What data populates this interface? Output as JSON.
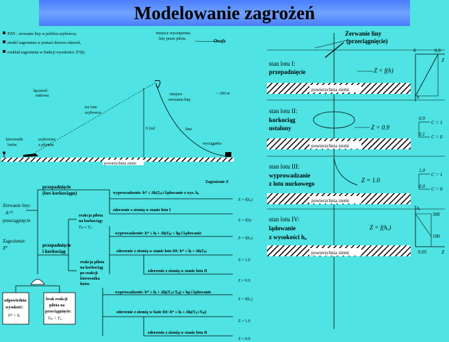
{
  "title": "Modelowanie zagrożeń",
  "legend": {
    "items": [
      "PZN - zerwanie liny w poblizu szybowca;",
      "model zagrożenia w postaci drzewa zdarzeń,",
      "rozkład zagrożenia w funkcji wysokości: Zᴾ(h)."
    ]
  },
  "scene": {
    "labels": {
      "place": "miejsce wyczepienia",
      "place2": "liny przez pilota",
      "logo": "Onafe",
      "launch_path": "łączność",
      "launch_path2": "radiowa",
      "flight_path": "tor lotu",
      "flight_path2": "szybowca",
      "break_place": "miejsce",
      "break_place2": "zerwania liny",
      "altitude": "~ 300 m",
      "height": "h [m]",
      "rope": "lina",
      "winch": "wyciągarka",
      "start_leader": "kierownik",
      "start_leader2": "lotów",
      "glider": "szybowiec",
      "glider2": "z pilotem",
      "ground": "powierzchnia ziemi"
    }
  },
  "tree": {
    "threat_header": "Zagrożenie Z",
    "initiator": {
      "l1": "Zerwanie liny:",
      "l2": "A⁽⁰⁾",
      "l3": "przeciągnięcie"
    },
    "threat": {
      "l1": "Zagrożenie:",
      "l2": "Zᴾ"
    },
    "branch_stall": {
      "l1": "przepadnięcie",
      "l2": "(bez korkociągu)"
    },
    "branch_spin": {
      "l1": "przepadnięcie",
      "l2": "i korkociąg"
    },
    "pilot_reaction": {
      "l1": "reakcja pilota",
      "l2": "na korkociąg:",
      "l3": "Tₚⱼ ≤ Tₐⱼ"
    },
    "pilot_reaction2": {
      "l1": "reakcja pilota",
      "l2": "na korkociąg",
      "l3": "po reakcji",
      "l4": "kierownika",
      "l5": "lotów"
    },
    "outcomes": [
      {
        "text": "wyprowadzenie: h* ≤ ΔhⱼTₚⱼ i lądowanie z wys. hᵤ",
        "z": "Z = f(hᵤ)"
      },
      {
        "text": "zderzenie z ziemią w stanie lotu I",
        "z": "Z = f(h)"
      },
      {
        "text": "wyprowadzenie: h* ≤ hⱼ + ΔhⱼTₚⱼ + hⱼⱼⱼ i lądowanie",
        "z": "Z = f(hᵤ)"
      },
      {
        "text": "zderzenie z ziemią w stanie lotu III: h* ≤ hⱼ + ΔhⱼTₚⱼ",
        "z": "Z = 1.0"
      },
      {
        "text": "zderzenie z ziemią w stanie lotu II",
        "z": "Z = 0.9"
      },
      {
        "text": "wyprowadzenie: h* ≤ hⱼ + Δhⱼ(Tₐⱼ+Tₚⱼ) + hⱼⱼⱼ i lądowanie",
        "z": "Z = f(hᵤ)"
      },
      {
        "text": "zderzenie z ziemią w fazie III: h* ≤ hⱼ + Δhⱼ(Tₐⱼ+Tₚⱼ)",
        "z": "Z = 1.0"
      },
      {
        "text": "zderzenie z ziemią w stanie lotu II",
        "z": "Z = 0.9"
      }
    ],
    "box_height": {
      "l1": "odpowiednia",
      "l2": "wysokość:",
      "l3": "h* < hⱼ"
    },
    "box_reaction": {
      "l1": "brak reakcji",
      "l2": "pilota na",
      "l3": "przeciągnięcie:",
      "l4": "Tₚⱼ > Tₐⱼ"
    }
  },
  "states": {
    "top": {
      "l1": "Zerwanie liny",
      "l2": "(przeciągnięcie)"
    },
    "s1": {
      "l1": "stan lotu I:",
      "l2": "przepadnięcie",
      "z": "Z = f(h)"
    },
    "s2": {
      "l1": "stan lotu II:",
      "l2": "korkociąg",
      "l3": "ustalony",
      "z": "Z = 0.9"
    },
    "s3": {
      "l1": "stan lotu III:",
      "l2": "wyprowadzanie",
      "l3": "z lotu nurkowego",
      "z": "Z = 1.0"
    },
    "s4": {
      "l1": "stan lotu IV:",
      "l2": "lądowanie",
      "l3": "z wysokości hᵤ",
      "z": "Z = f(hᵤ)"
    },
    "ground": "powierzchnia ziemi"
  },
  "graphs": {
    "g1": {
      "x0": "0",
      "x1": "0.9",
      "axis": "Z",
      "yaxis": "h"
    },
    "g2": {
      "top": "0.9",
      "bot": "0.1",
      "c1": "C = 1",
      "c0": "C = 0"
    },
    "g3": {
      "top": "1.0",
      "bot": "0.0",
      "c1": "C = 1",
      "c0": "C = 0"
    },
    "g4": {
      "yaxis": "hᵤ",
      "v1": "300",
      "v2": "100",
      "x1": "0.05",
      "axis": "Z"
    }
  }
}
